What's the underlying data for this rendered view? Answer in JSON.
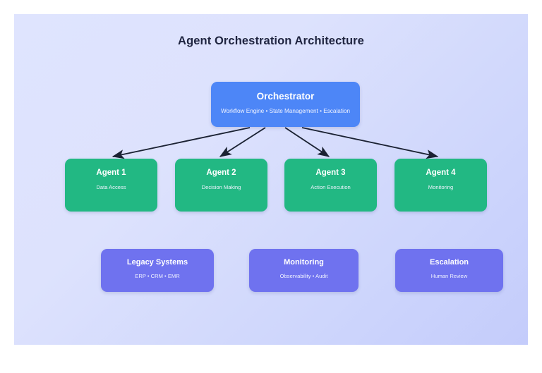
{
  "diagram": {
    "title": "Agent Orchestration Architecture",
    "colors": {
      "background_start": "#dfe4fe",
      "background_end": "#c4ccfb",
      "orchestrator": "#4d86f7",
      "agent": "#22b883",
      "support": "#6f72ef",
      "connector": "#1b2233",
      "title_text": "#1f2440",
      "node_text": "#ffffff"
    },
    "orchestrator": {
      "title": "Orchestrator",
      "subtitle": "Workflow Engine • State Management • Escalation"
    },
    "agents": [
      {
        "title": "Agent 1",
        "subtitle": "Data Access"
      },
      {
        "title": "Agent 2",
        "subtitle": "Decision Making"
      },
      {
        "title": "Agent 3",
        "subtitle": "Action Execution"
      },
      {
        "title": "Agent 4",
        "subtitle": "Monitoring"
      }
    ],
    "support": [
      {
        "title": "Legacy Systems",
        "subtitle": "ERP • CRM • EMR"
      },
      {
        "title": "Monitoring",
        "subtitle": "Observability • Audit"
      },
      {
        "title": "Escalation",
        "subtitle": "Human Review"
      }
    ],
    "connectors": [
      {
        "from": "orchestrator",
        "to": "Agent 1"
      },
      {
        "from": "orchestrator",
        "to": "Agent 2"
      },
      {
        "from": "orchestrator",
        "to": "Agent 3"
      },
      {
        "from": "orchestrator",
        "to": "Agent 4"
      }
    ]
  }
}
